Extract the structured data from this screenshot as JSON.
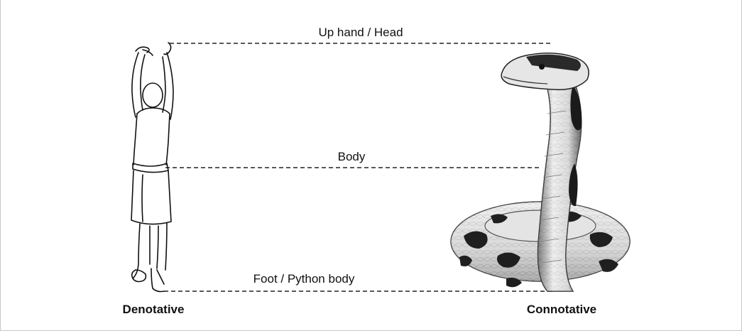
{
  "diagram": {
    "connectors": [
      {
        "label": "Up hand / Head"
      },
      {
        "label": "Body"
      },
      {
        "label": "Foot / Python body"
      }
    ],
    "captions": {
      "left": "Denotative",
      "right": "Connotative"
    },
    "figures": {
      "left": "human-figure-line-drawing",
      "right": "python-snake-illustration"
    }
  }
}
